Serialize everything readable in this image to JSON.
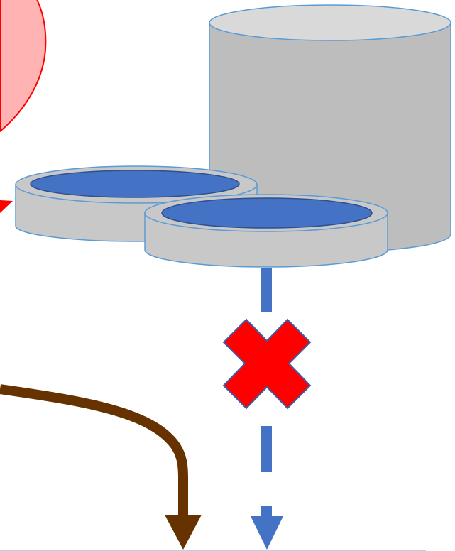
{
  "diagram": {
    "colors": {
      "bubble_fill": "#ffb3b3",
      "bubble_stroke": "#ff0000",
      "cylinder_fill": "#bdbdbd",
      "cylinder_top": "#d9d9d9",
      "cylinder_stroke": "#5b9bd5",
      "tray_fill": "#c8c8c8",
      "water_fill": "#4472c4",
      "water_stroke": "#2f4f8f",
      "blocked_flow_line": "#4472c4",
      "cross_fill": "#ff0000",
      "cross_stroke": "#3a5fa8",
      "brown_arrow": "#663300",
      "baseline": "#9dc3e6"
    },
    "elements": {
      "bubble": "speech-bubble",
      "tank": "storage-tank",
      "dish_left": "water-dish",
      "dish_right": "water-dish",
      "flow": "blocked-water-flow",
      "cross": "blocked-cross",
      "route": "alternate-route-arrow"
    }
  }
}
